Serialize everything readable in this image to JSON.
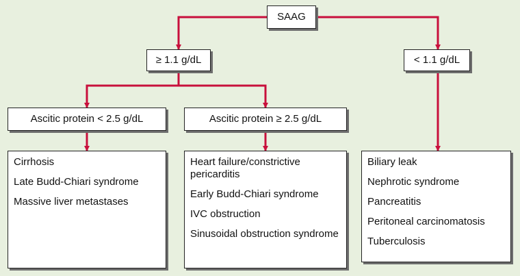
{
  "diagram": {
    "root": "SAAG",
    "high_gradient": "≥ 1.1 g/dL",
    "low_gradient": "< 1.1 g/dL",
    "low_protein": "Ascitic protein < 2.5 g/dL",
    "high_protein": "Ascitic protein ≥ 2.5 g/dL",
    "low_protein_causes": [
      "Cirrhosis",
      "Late Budd-Chiari syndrome",
      "Massive liver metastases"
    ],
    "high_protein_causes": [
      "Heart failure/constrictive pericarditis",
      "Early Budd-Chiari syndrome",
      "IVC obstruction",
      "Sinusoidal obstruction syndrome"
    ],
    "low_gradient_causes": [
      "Biliary leak",
      "Nephrotic syndrome",
      "Pancreatitis",
      "Peritoneal carcinomatosis",
      "Tuberculosis"
    ],
    "colors": {
      "background": "#e8f0df",
      "arrow": "#c8103c",
      "box_border": "#222222",
      "box_shadow": "#6d6d6d"
    }
  }
}
